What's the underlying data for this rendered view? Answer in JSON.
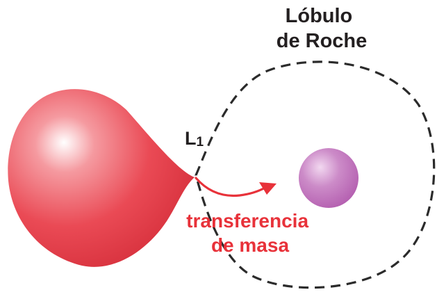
{
  "roche_lobe_label": {
    "line1": "Lóbulo",
    "line2": "de Roche"
  },
  "lagrange_point": {
    "letter": "L",
    "subscript": "1"
  },
  "mass_transfer_label": {
    "line1": "transferencia",
    "line2": "de masa"
  },
  "colors": {
    "donor_star": "#ea4a55",
    "donor_highlight": "#ffffff",
    "accretor_star": "#b45fb0",
    "accretor_highlight": "#f2d8f0",
    "roche_lobe_outline": "#2b2b2b",
    "transfer_arrow": "#e8323a",
    "transfer_text": "#e8323a",
    "label_text": "#231f20"
  }
}
